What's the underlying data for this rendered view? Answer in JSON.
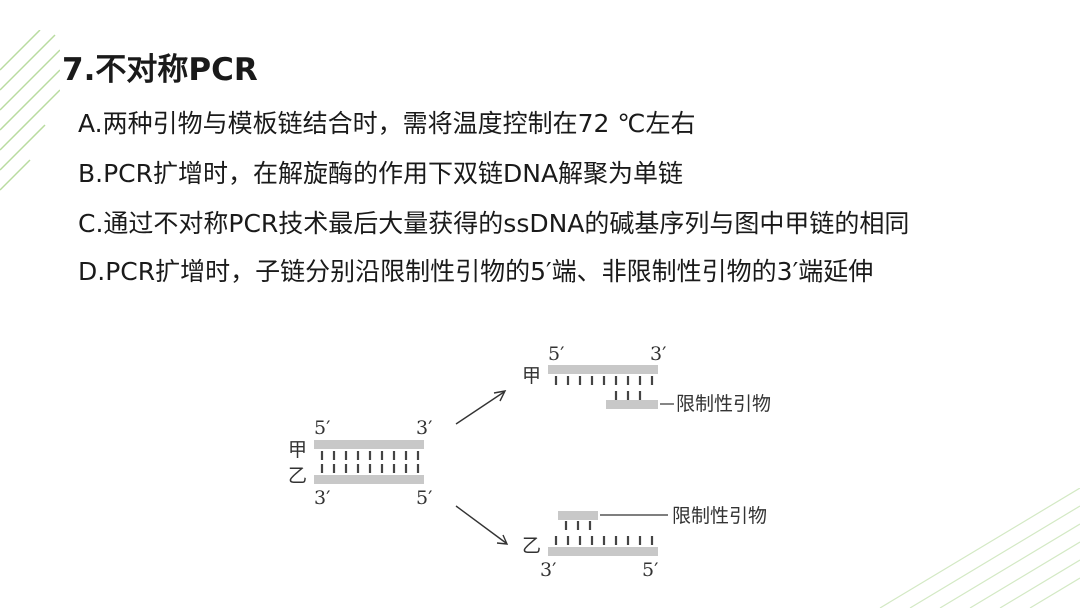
{
  "slide": {
    "title": "7.不对称PCR",
    "options": [
      "A.两种引物与模板链结合时，需将温度控制在72 ℃左右",
      "B.PCR扩增时，在解旋酶的作用下双链DNA解聚为单链",
      "C.通过不对称PCR技术最后大量获得的ssDNA的碱基序列与图中甲链的相同",
      "D.PCR扩增时，子链分别沿限制性引物的5′端、非限制性引物的3′端延伸"
    ]
  },
  "diagram": {
    "left": {
      "top_strand": "甲",
      "bottom_strand": "乙",
      "top_5": "5′",
      "top_3": "3′",
      "bottom_3": "3′",
      "bottom_5": "5′"
    },
    "top_right": {
      "strand": "甲",
      "end_5": "5′",
      "end_3": "3′",
      "primer_label": "限制性引物"
    },
    "bottom_right": {
      "strand": "乙",
      "end_3": "3′",
      "end_5": "5′",
      "primer_label": "限制性引物"
    }
  },
  "colors": {
    "strand": "#c8c8c8",
    "tick": "#444444",
    "deco": "#b9dca0"
  }
}
